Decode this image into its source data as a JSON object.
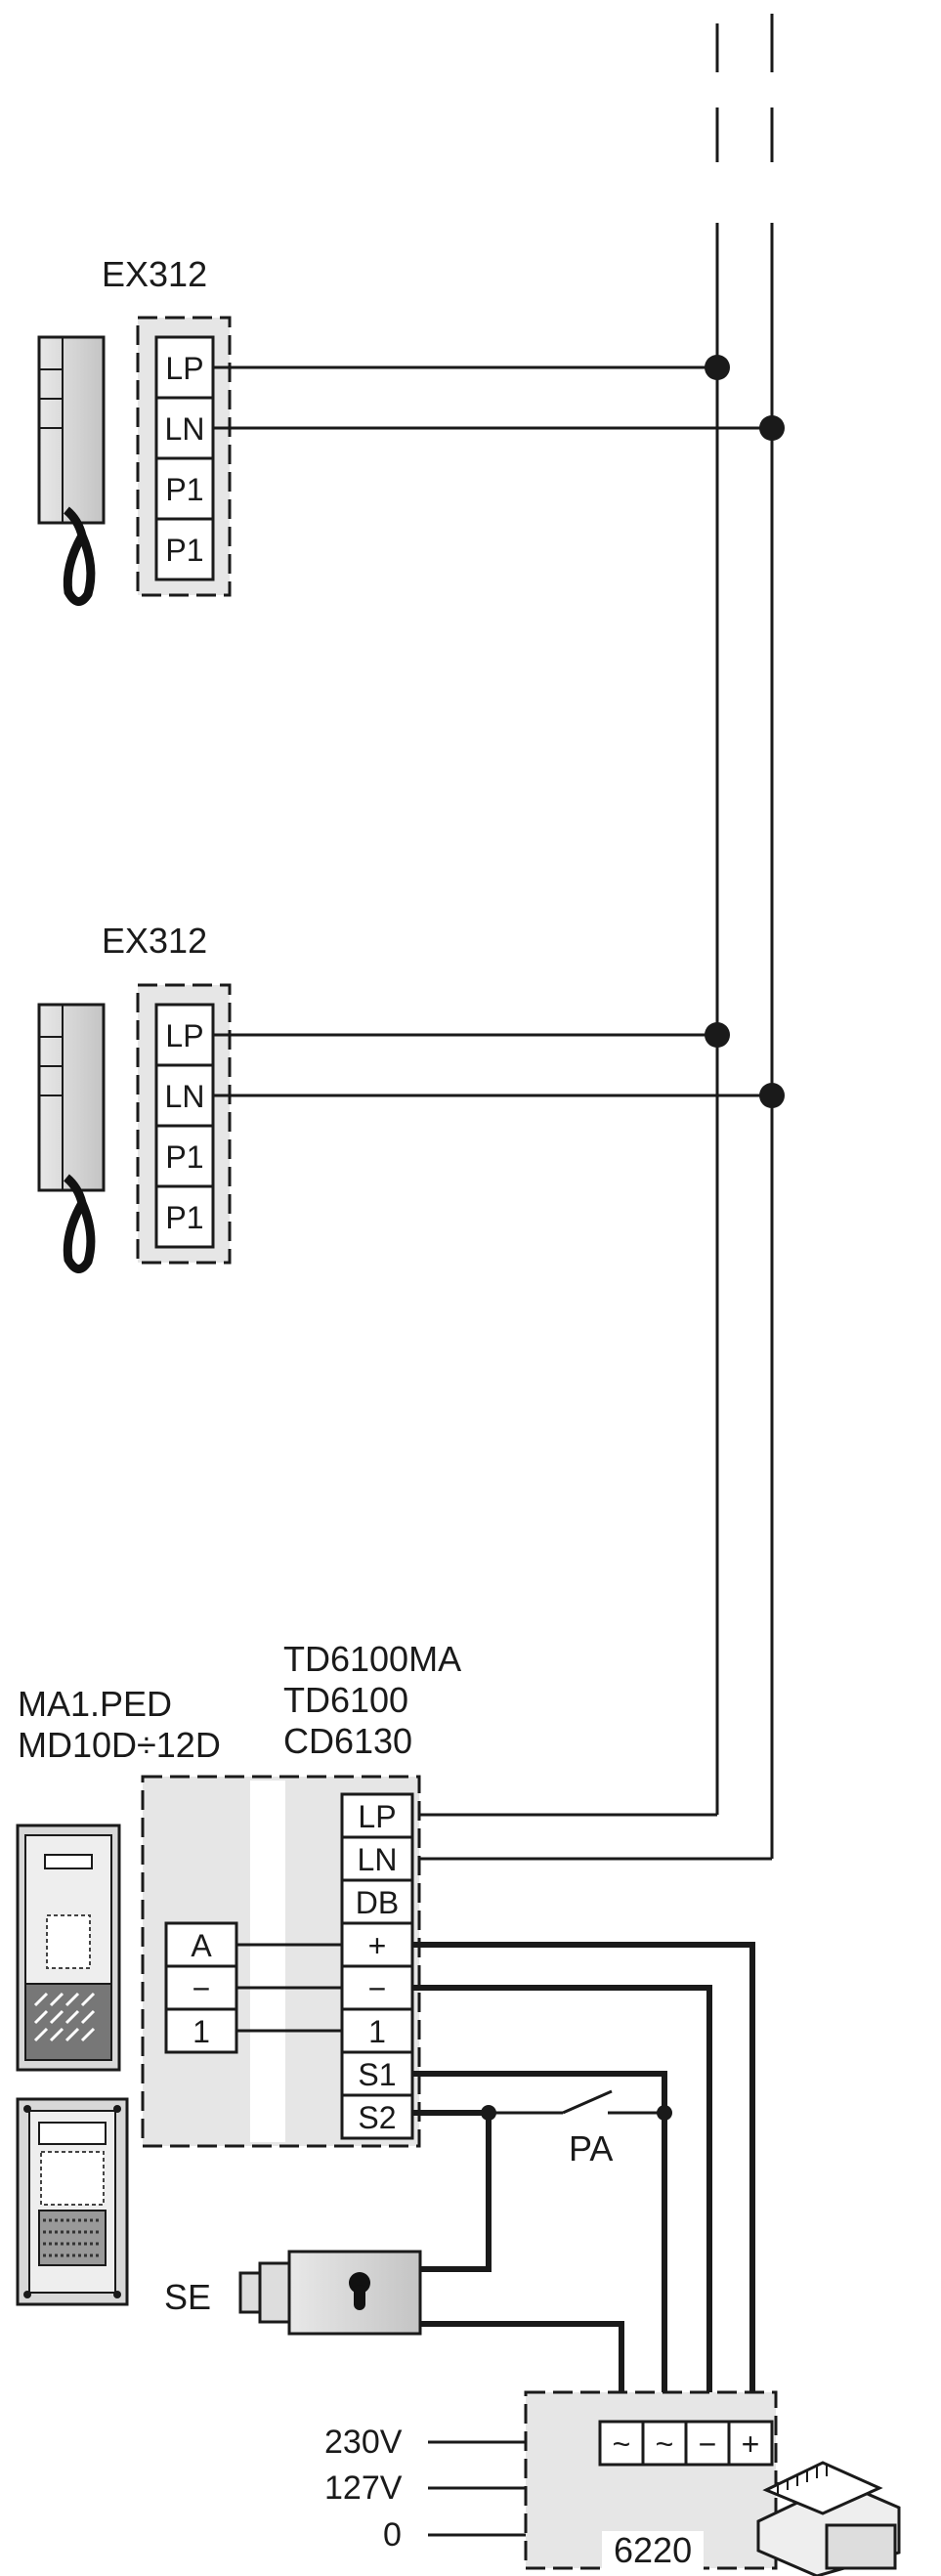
{
  "handsets": [
    {
      "model": "EX312",
      "terminals": [
        "LP",
        "LN",
        "P1",
        "P1"
      ]
    },
    {
      "model": "EX312",
      "terminals": [
        "LP",
        "LN",
        "P1",
        "P1"
      ]
    }
  ],
  "entrance_panel": {
    "panel_models": [
      "MA1.PED",
      "MD10D÷12D"
    ],
    "module_models": [
      "TD6100MA",
      "TD6100",
      "CD6130"
    ],
    "module_terminals": [
      "LP",
      "LN",
      "DB",
      "+",
      "−",
      "1",
      "S1",
      "S2"
    ],
    "keypad_terminals": [
      "A",
      "−",
      "1"
    ]
  },
  "lock_label": "SE",
  "pushbutton_label": "PA",
  "power_supply": {
    "model": "6220",
    "terminals": [
      "~",
      "~",
      "−",
      "+"
    ],
    "inputs": [
      "230V",
      "127V",
      "0"
    ]
  }
}
